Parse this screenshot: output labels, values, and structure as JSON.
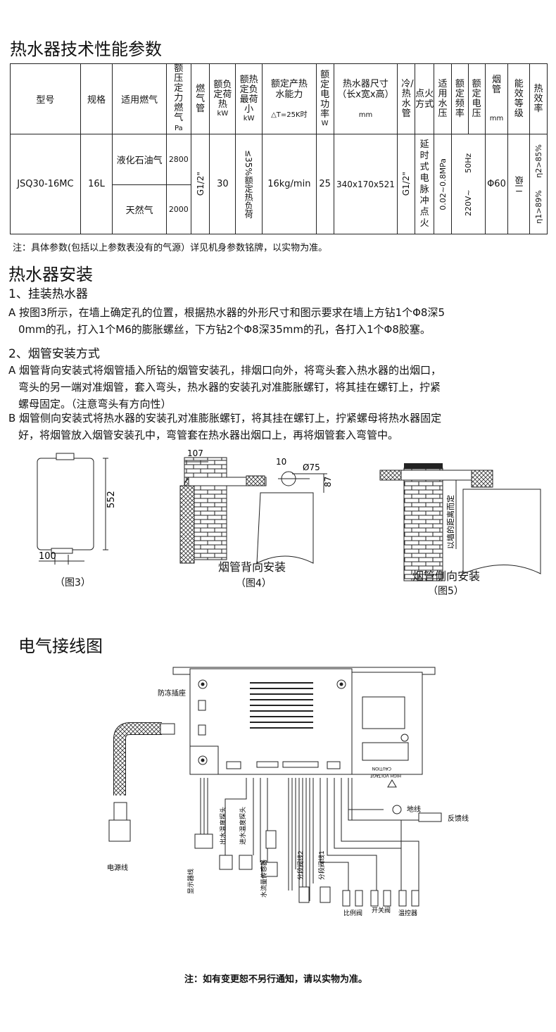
{
  "spec": {
    "title": "热水器技术性能参数",
    "headers": {
      "model": "型号",
      "size": "规格",
      "fuel": "适用燃气",
      "gas_pressure": "额压定力燃气",
      "gas_pressure_unit": "Pa",
      "gas_pipe": "燃气管",
      "rated_load": "额负定荷热",
      "rated_load_unit": "kW",
      "min_load": "额热定负最荷小",
      "min_load_unit": "kW",
      "hot_water": "额定产热水能力",
      "hot_water_unit": "△T=25K时",
      "power": "额定电功率",
      "power_unit": "W",
      "dim": "热水器尺寸（长x宽x高）",
      "dim_unit": "mm",
      "water_pipe": "冷/热水管",
      "ignition": "点火方式",
      "water_pressure": "适用水压",
      "freq": "额定频率",
      "voltage": "额定电压",
      "flue": "烟管",
      "flue_unit": "mm",
      "energy": "能效等级",
      "efficiency": "热效率"
    },
    "row": {
      "model": "JSQ30-16MC",
      "size": "16L",
      "fuel_lpg": "液化石油气",
      "fuel_ng": "天然气",
      "pressure_lpg": "2800",
      "pressure_ng": "2000",
      "gas_pipe": "G1/2\"",
      "rated_load": "30",
      "min_load": "≤35%额定热负荷",
      "hot_water": "16kg/min",
      "power": "25",
      "dim": "340x170x521",
      "water_pipe": "G1/2\"",
      "ignition": "延时式电脉冲点火",
      "water_pressure": "0.02~0.8MPa",
      "freq_voltage": "220V~ 50Hz",
      "flue": "Φ60",
      "energy": "二级",
      "efficiency": "η1>89% η2>85%"
    },
    "note": "注：具体参数(包括以上参数表没有的气源）详见机身参数铭牌，以实物为准。"
  },
  "install": {
    "title": "热水器安装",
    "s1_title": "1、挂装热水器",
    "s1_a_1": "A 按图3所示，在墙上确定孔的位置，根据热水器的外形尺寸和图示要求在墙上方钻1个Φ8深5",
    "s1_a_2": "0mm的孔，打入1个M6的膨胀螺丝，下方钻2个Φ8深35mm的孔，各打入1个Φ8胶塞。",
    "s2_title": "2、烟管安装方式",
    "s2_a_1": "A 烟管背向安装式将烟管插入所钻的烟管安装孔，排烟口向外，将弯头套入热水器的出烟口，",
    "s2_a_2": "弯头的另一端对准烟管，套入弯头，热水器的安装孔对准膨胀螺钉，将其挂在螺钉上，拧紧",
    "s2_a_3": "螺母固定。（注意弯头有方向性）",
    "s2_b_1": "B 烟管侧向安装式将热水器的安装孔对准膨胀螺钉，将其挂在螺钉上，拧紧螺母将热水器固定",
    "s2_b_2": "好，将烟管放入烟管安装孔中，弯管套在热水器出烟口上，再将烟管套入弯管中。"
  },
  "figures": {
    "fig3_dim_h": "552",
    "fig3_dim_w": "100",
    "fig3_caption": "（图3）",
    "fig4_dim_107": "107",
    "fig4_dim_10": "10",
    "fig4_dim_75": "Ø75",
    "fig4_dim_87": "87",
    "fig4_title": "烟管背向安装",
    "fig4_caption": "（图4）",
    "fig5_wall_label": "以墙的距离而定",
    "fig5_title": "烟管侧向安装",
    "fig5_caption": "（图5）"
  },
  "wiring": {
    "title": "电气接线图",
    "antifreeze": "防冻插座",
    "power_cord": "电源线",
    "feedback": "反馈线",
    "ground": "地线",
    "caution_1": "CAUTION",
    "caution_2": "HIGH VOLTAGE",
    "display": "显示器线",
    "out_temp": "出水温度探头",
    "in_temp": "进水温度探头",
    "flow": "水流量传感器",
    "valve2": "分段阀线2",
    "valve1": "分段阀线1",
    "prop_valve": "比例阀",
    "switch_valve": "开关阀",
    "thermostat": "温控器",
    "note": "注：如有变更恕不另行通知，请以实物为准。"
  }
}
